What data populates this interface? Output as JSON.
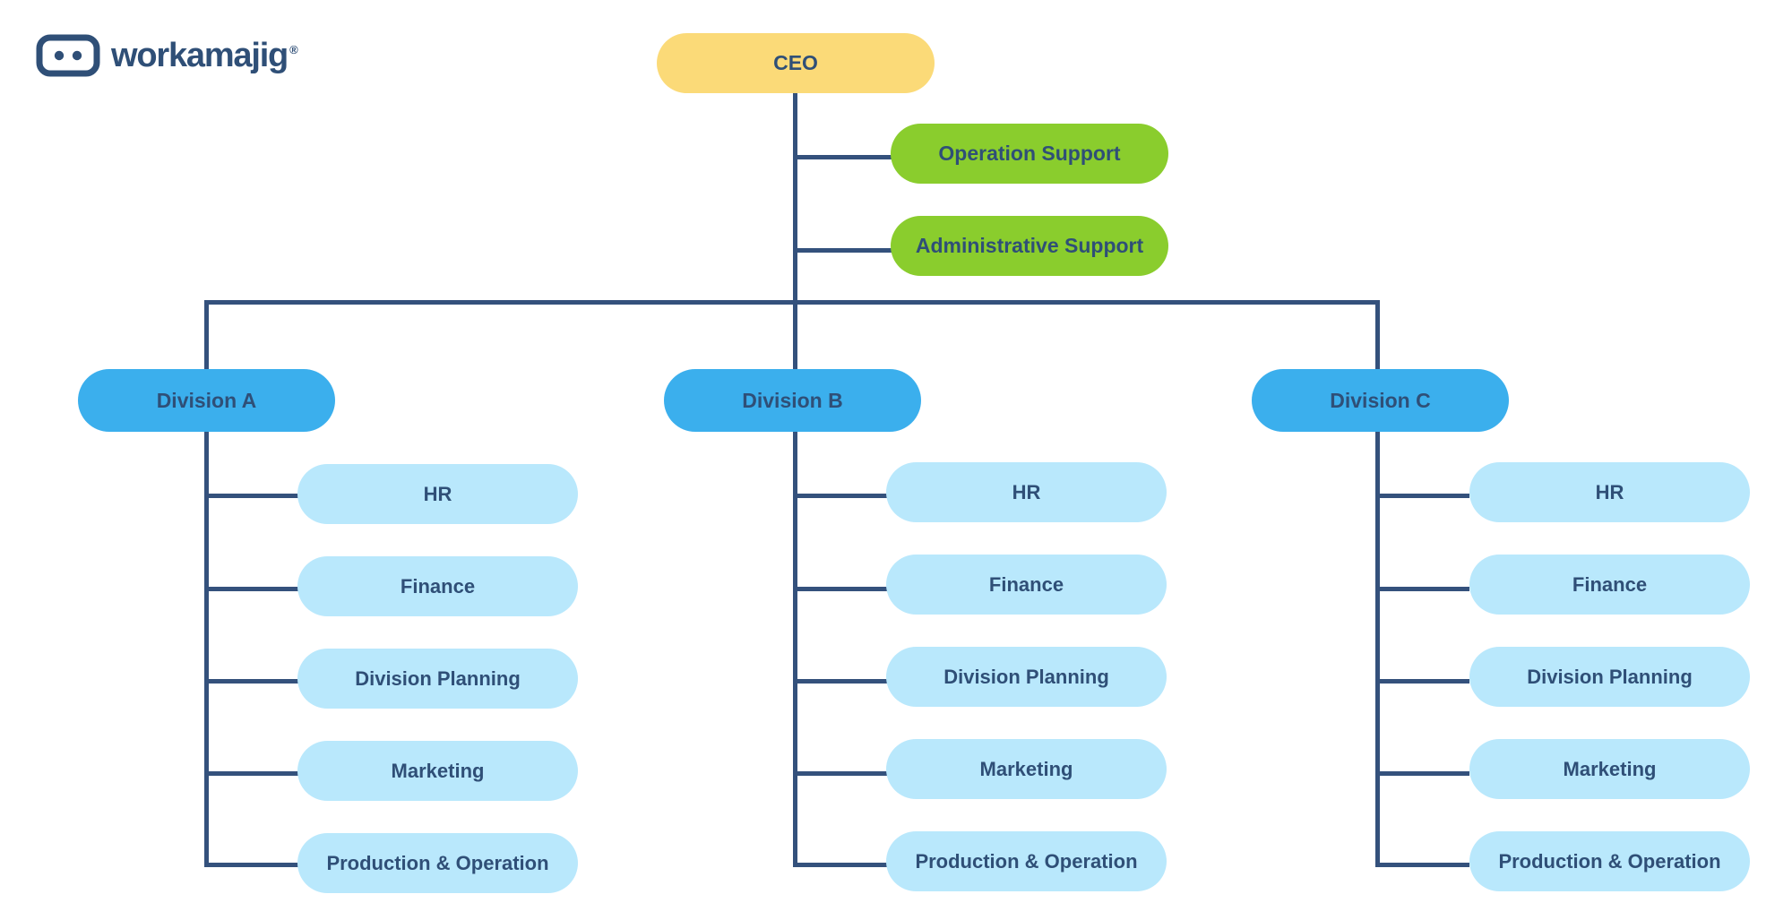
{
  "brand": {
    "wordmark": "workamajig",
    "registered_mark": "®",
    "logo_icon": "robot-face-icon",
    "color": "#2F4F77"
  },
  "palette": {
    "ceo": "#FBDA78",
    "support": "#8ACD2D",
    "division": "#3BAFED",
    "department": "#B9E8FC",
    "line": "#34517C",
    "text": "#2F4F77",
    "background": "#FFFFFF"
  },
  "chart": {
    "type": "org-chart",
    "root": {
      "label": "CEO",
      "level": "executive"
    },
    "staff_units": [
      {
        "label": "Operation Support",
        "level": "support"
      },
      {
        "label": "Administrative Support",
        "level": "support"
      }
    ],
    "divisions": [
      {
        "label": "Division A",
        "departments": [
          {
            "label": "HR"
          },
          {
            "label": "Finance"
          },
          {
            "label": "Division Planning"
          },
          {
            "label": "Marketing"
          },
          {
            "label": "Production & Operation"
          }
        ]
      },
      {
        "label": "Division B",
        "departments": [
          {
            "label": "HR"
          },
          {
            "label": "Finance"
          },
          {
            "label": "Division Planning"
          },
          {
            "label": "Marketing"
          },
          {
            "label": "Production & Operation"
          }
        ]
      },
      {
        "label": "Division C",
        "departments": [
          {
            "label": "HR"
          },
          {
            "label": "Finance"
          },
          {
            "label": "Division Planning"
          },
          {
            "label": "Marketing"
          },
          {
            "label": "Production & Operation"
          }
        ]
      }
    ]
  }
}
